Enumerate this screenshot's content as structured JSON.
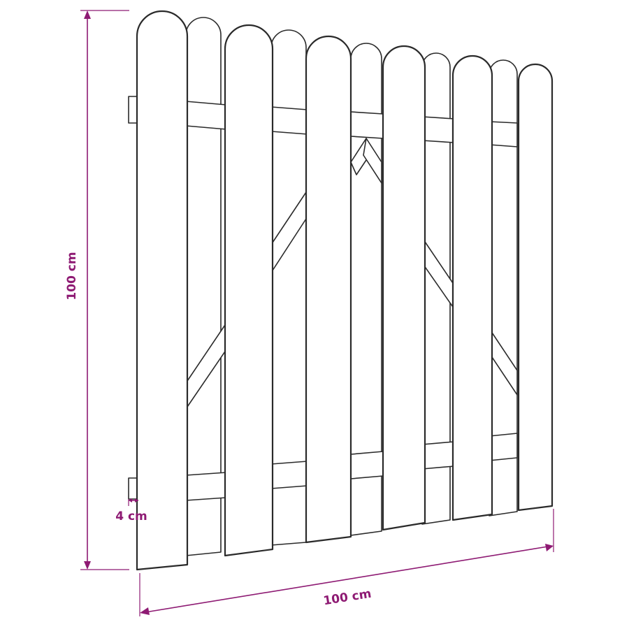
{
  "dimensions": {
    "height_label": "100 cm",
    "width_label": "100 cm",
    "thickness_label": "4 cm"
  },
  "colors": {
    "dimension": "#8e1a73",
    "outline": "#2a2a2a",
    "fill": "#ffffff"
  }
}
